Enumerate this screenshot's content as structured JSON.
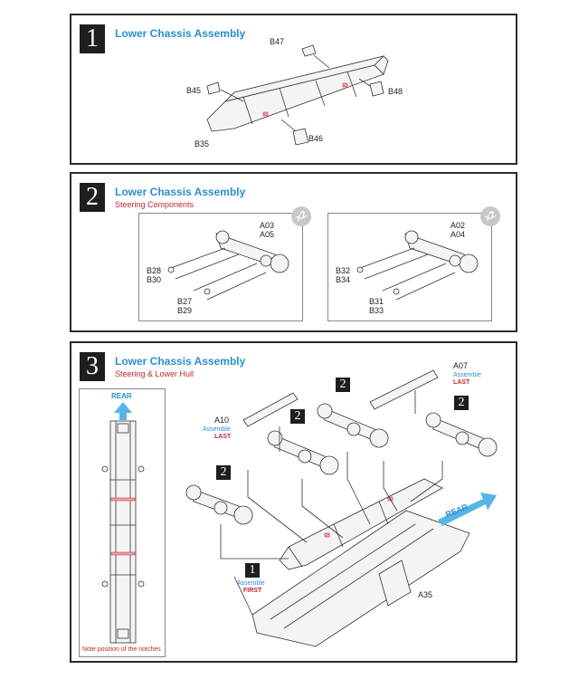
{
  "step1": {
    "number": "1",
    "title": "Lower Chassis Assembly",
    "parts": [
      "B47",
      "B45",
      "B48",
      "B46",
      "B35"
    ]
  },
  "step2": {
    "number": "2",
    "title": "Lower Chassis Assembly",
    "subtitle": "Steering Components",
    "left": {
      "multiplier": "x2",
      "labels": [
        "A03",
        "A05",
        "B28",
        "B30",
        "B27",
        "B29"
      ]
    },
    "right": {
      "multiplier": "x2",
      "labels": [
        "A02",
        "A04",
        "B32",
        "B34",
        "B31",
        "B33"
      ]
    }
  },
  "step3": {
    "number": "3",
    "title": "Lower Chassis Assembly",
    "subtitle": "Steering & Lower Hull",
    "inset": {
      "rear": "REAR",
      "note": "Note position of the notches"
    },
    "a07": "A07",
    "a10": "A10",
    "assemble": "Assemble",
    "last": "LAST",
    "first": "FIRST",
    "sub_step_1": "1",
    "sub_step_2": "2",
    "rear_arrow": "REAR",
    "a35": "A35"
  },
  "colors": {
    "title_blue": "#2a8fd0",
    "sub_red": "#c0272d",
    "arrow_blue": "#5ab4e6"
  }
}
